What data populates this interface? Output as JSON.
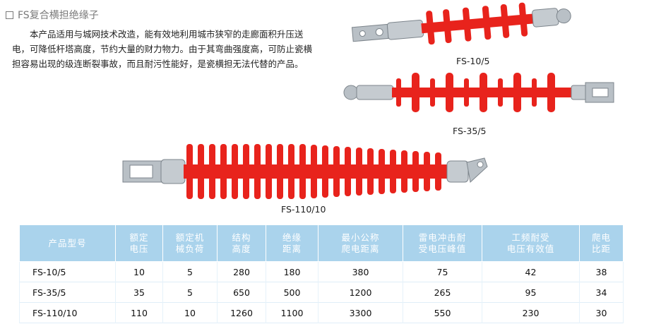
{
  "section": {
    "title": "FS复合横担绝缘子",
    "description": "本产品适用与城网技术改造，能有效地利用城市狭窄的走廊面积升压送电，可降低杆塔高度，节约大量的财力物力。由于其弯曲强度高，可防止瓷横担容易出现的级连断裂事故，而且耐污性能好，是瓷横担无法代替的产品。"
  },
  "products": [
    {
      "caption": "FS-10/5"
    },
    {
      "caption": "FS-35/5"
    },
    {
      "caption": "FS-110/10"
    }
  ],
  "colors": {
    "insulator_red": "#e8231c",
    "header_blue": "#aad3ec",
    "metal": "#b9c0c6"
  },
  "table": {
    "headers": [
      "产品型号",
      "额定\n电压",
      "额定机\n械负荷",
      "结构\n高度",
      "绝缘\n距离",
      "最小公称\n爬电距离",
      "雷电冲击耐\n受电压峰值",
      "工频耐受\n电压有效值",
      "爬电\n比距"
    ],
    "rows": [
      [
        "FS-10/5",
        "10",
        "5",
        "280",
        "180",
        "380",
        "75",
        "42",
        "38"
      ],
      [
        "FS-35/5",
        "35",
        "5",
        "650",
        "500",
        "1200",
        "265",
        "95",
        "34"
      ],
      [
        "FS-110/10",
        "110",
        "10",
        "1260",
        "1100",
        "3300",
        "550",
        "230",
        "30"
      ]
    ]
  }
}
